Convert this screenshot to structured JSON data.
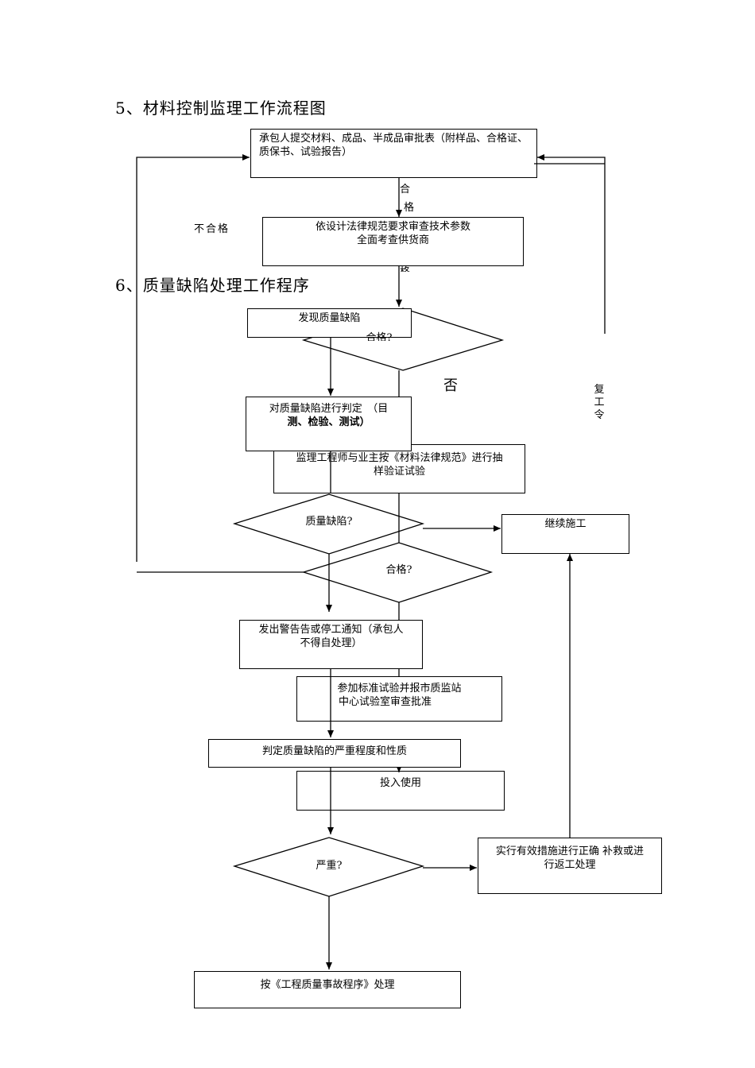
{
  "headings": {
    "h5": "5、材料控制监理工作流程图",
    "h6": "6、质量缺陷处理工作程序"
  },
  "boxes": {
    "submit_materials": "承包人提交材料、成品、半成品审批表（附样品、合格证、质保书、试验报告）",
    "review_params_l1": "依设计法律规范要求审查技术参数",
    "review_params_l2": "全面考查供货商",
    "find_defect": "发现质量缺陷",
    "judge_defect_l1": "对质量缺陷进行判定　（目",
    "judge_defect_l2": "测、检验、测试）",
    "sampling_l1": "监理工程师与业主按《材料法律规范》进行抽",
    "sampling_l2": "样验证试验",
    "continue_work": "继续施工",
    "issue_warning_l1": "发出警告告或停工通知（承包人",
    "issue_warning_l2": "不得自处理）",
    "standard_test_l1": "参加标准试验并报市质监站",
    "standard_test_l2": "中心试验室审查批准",
    "judge_severity": "判定质量缺陷的严重程度和性质",
    "put_into_use": "投入使用",
    "remedy_l1": "实行有效措施进行正确 补救或进",
    "remedy_l2": "行返工处理",
    "accident_procedure": "按《工程质量事故程序》处理"
  },
  "diamonds": {
    "defect_q": "质量缺陷?",
    "qualified_q": "合格?",
    "qualified_q_hidden": "合格?",
    "severe_q": "严重?"
  },
  "labels": {
    "he": "合",
    "ge": "格",
    "ge_partial": "格",
    "bu_hege": "不合格",
    "fou": "否",
    "fu": "复",
    "gong": "工",
    "ling": "令"
  }
}
